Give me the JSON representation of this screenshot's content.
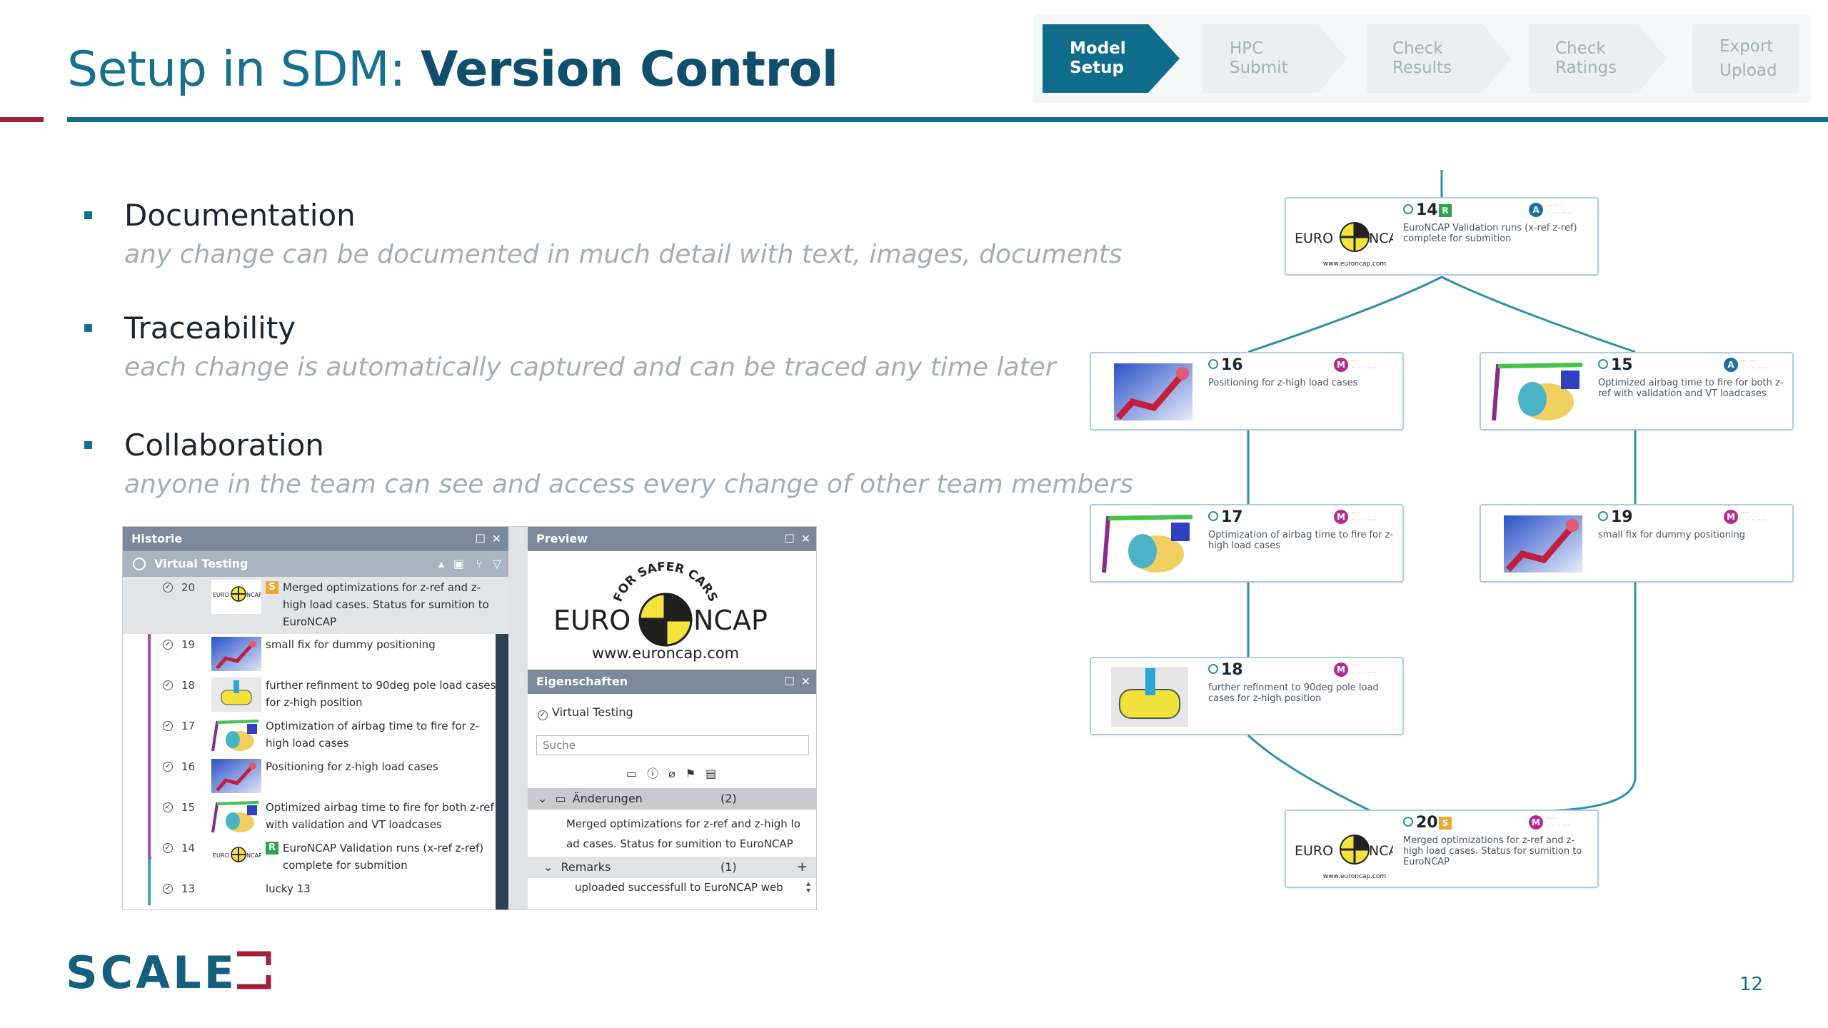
{
  "header": {
    "title_prefix": "Setup in SDM: ",
    "title_bold": "Version Control"
  },
  "process_steps": [
    {
      "line1": "Model",
      "line2": "Setup",
      "active": true
    },
    {
      "line1": "HPC",
      "line2": "Submit",
      "active": false
    },
    {
      "line1": "Check",
      "line2": "Results",
      "active": false
    },
    {
      "line1": "Check",
      "line2": "Ratings",
      "active": false
    },
    {
      "line1": "Export",
      "line2": "Upload",
      "active": false
    }
  ],
  "bullets": [
    {
      "heading": "Documentation",
      "sub": "any change can be documented in much detail with text, images, documents"
    },
    {
      "heading": "Traceability",
      "sub": "each change is automatically captured and can be traced any time later"
    },
    {
      "heading": "Collaboration",
      "sub": "anyone in the team can see and access every change of other team members"
    }
  ],
  "software": {
    "history_title": "Historie",
    "history_group": "Virtual Testing",
    "history_rows": [
      {
        "num": "20",
        "badge": "S",
        "line1": "Merged optimizations for z-ref and z-",
        "line2": "high load cases. Status for sumition to",
        "line3": "EuroNCAP",
        "thumb": "euroncap"
      },
      {
        "num": "19",
        "line1": "small fix for dummy positioning",
        "line2": "",
        "thumb": "dummy"
      },
      {
        "num": "18",
        "line1": "further refinment to 90deg pole load cases",
        "line2": "for z-high position",
        "thumb": "car"
      },
      {
        "num": "17",
        "line1": "Optimization of  airbag time to fire for z-",
        "line2": "high load cases",
        "thumb": "airbag"
      },
      {
        "num": "16",
        "line1": "Positioning for z-high load cases",
        "line2": "",
        "thumb": "dummy"
      },
      {
        "num": "15",
        "line1": "Optimized airbag time to fire for both z-ref",
        "line2": "with validation and VT loadcases",
        "thumb": "airbag"
      },
      {
        "num": "14",
        "badge": "R",
        "line1": "EuroNCAP Validation runs (x-ref z-ref)",
        "line2": "complete for submition",
        "thumb": "euroncap"
      },
      {
        "num": "13",
        "line1": "lucky 13",
        "line2": "",
        "thumb": ""
      }
    ],
    "preview_title": "Preview",
    "logo_left": "EURO",
    "logo_right": "NCAP",
    "logo_arc": "FOR SAFER CARS",
    "logo_url": "www.euroncap.com",
    "props_title": "Eigenschaften",
    "props_group": "Virtual Testing",
    "search_placeholder": "Suche",
    "changes_label": "Änderungen",
    "changes_count": "(2)",
    "changes_line1": "Merged optimizations for z-ref and z-high lo",
    "changes_line2": "ad cases. Status for sumition to EuroNCAP",
    "remarks_label": "Remarks",
    "remarks_count": "(1)",
    "remarks_text": "uploaded successfull to EuroNCAP web"
  },
  "tree_nodes": [
    {
      "id": "14",
      "tag": "R",
      "avatar": "A",
      "desc": "EuroNCAP Validation runs (x-ref z-ref) complete for submition",
      "pic": "euroncap"
    },
    {
      "id": "16",
      "avatar": "M",
      "desc": "Positioning for z-high load cases",
      "pic": "dummy"
    },
    {
      "id": "15",
      "avatar": "A",
      "desc": "Optimized airbag time to fire for both z-ref with validation and VT loadcases",
      "pic": "airbag"
    },
    {
      "id": "17",
      "avatar": "M",
      "desc": "Optimization of  airbag time to fire for z-high load cases",
      "pic": "airbag"
    },
    {
      "id": "19",
      "avatar": "M",
      "desc": "small fix for dummy positioning",
      "pic": "dummy"
    },
    {
      "id": "18",
      "avatar": "M",
      "desc": "further refinment to 90deg pole load cases for z-high position",
      "pic": "car"
    },
    {
      "id": "20",
      "tag": "S",
      "avatar": "M",
      "desc": "Merged optimizations for z-ref and z-high load cases. Status for sumition to EuroNCAP",
      "pic": "euroncap"
    }
  ],
  "footer": {
    "logo_text": "SCALE",
    "page_number": "12"
  },
  "colors": {
    "primary": "#166f8a",
    "accent_red": "#a31f3a",
    "node_border": "#a8cfe0",
    "tree_line": "#2a8fb0"
  }
}
